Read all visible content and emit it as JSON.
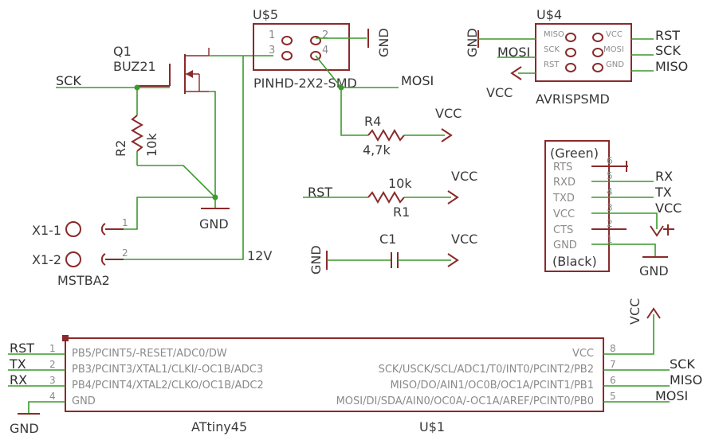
{
  "parts": {
    "q1": {
      "ref": "Q1",
      "value": "BUZ21"
    },
    "r2": {
      "ref": "R2",
      "value": "10k"
    },
    "r4": {
      "ref": "R4",
      "value": "4,7k"
    },
    "r1": {
      "ref": "R1",
      "value": "10k"
    },
    "c1": {
      "ref": "C1"
    },
    "u5": {
      "ref": "U$5",
      "value": "PINHD-2X2-SMD",
      "pins": [
        "1",
        "2",
        "3",
        "4"
      ]
    },
    "u4": {
      "ref": "U$4",
      "value": "AVRISPSMD",
      "pins_left": [
        "MISO",
        "SCK",
        "RST"
      ],
      "pins_right": [
        "VCC",
        "MOSI",
        "GND"
      ]
    },
    "x1": {
      "pin1": "X1-1",
      "pin2": "X1-2",
      "value": "MSTBA2",
      "num1": "1",
      "num2": "2"
    },
    "ftdi": {
      "top": "(Green)",
      "bottom": "(Black)",
      "pins": [
        {
          "name": "RTS",
          "num": "6"
        },
        {
          "name": "RXD",
          "num": "5"
        },
        {
          "name": "TXD",
          "num": "4"
        },
        {
          "name": "VCC",
          "num": "3"
        },
        {
          "name": "CTS",
          "num": "2"
        },
        {
          "name": "GND",
          "num": "1"
        }
      ]
    },
    "u1": {
      "ref": "U$1",
      "value": "ATtiny45",
      "left_pins": [
        {
          "num": "1",
          "name": "PB5/PCINT5/-RESET/ADC0/DW"
        },
        {
          "num": "2",
          "name": "PB3/PCINT3/XTAL1/CLKI/-OC1B/ADC3"
        },
        {
          "num": "3",
          "name": "PB4/PCINT4/XTAL2/CLKO/OC1B/ADC2"
        },
        {
          "num": "4",
          "name": "GND"
        }
      ],
      "right_pins": [
        {
          "num": "8",
          "name": "VCC"
        },
        {
          "num": "7",
          "name": "SCK/USCK/SCL/ADC1/T0/INT0/PCINT2/PB2"
        },
        {
          "num": "6",
          "name": "MISO/DO/AIN1/OC0B/OC1A/PCINT1/PB1"
        },
        {
          "num": "5",
          "name": "MOSI/DI/SDA/AIN0/OC0A/-OC1A/AREF/PCINT0/PB0"
        }
      ]
    }
  },
  "nets": {
    "sck": "SCK",
    "mosi": "MOSI",
    "miso": "MISO",
    "rst": "RST",
    "vcc": "VCC",
    "gnd": "GND",
    "rx": "RX",
    "tx": "TX",
    "v12": "12V"
  }
}
